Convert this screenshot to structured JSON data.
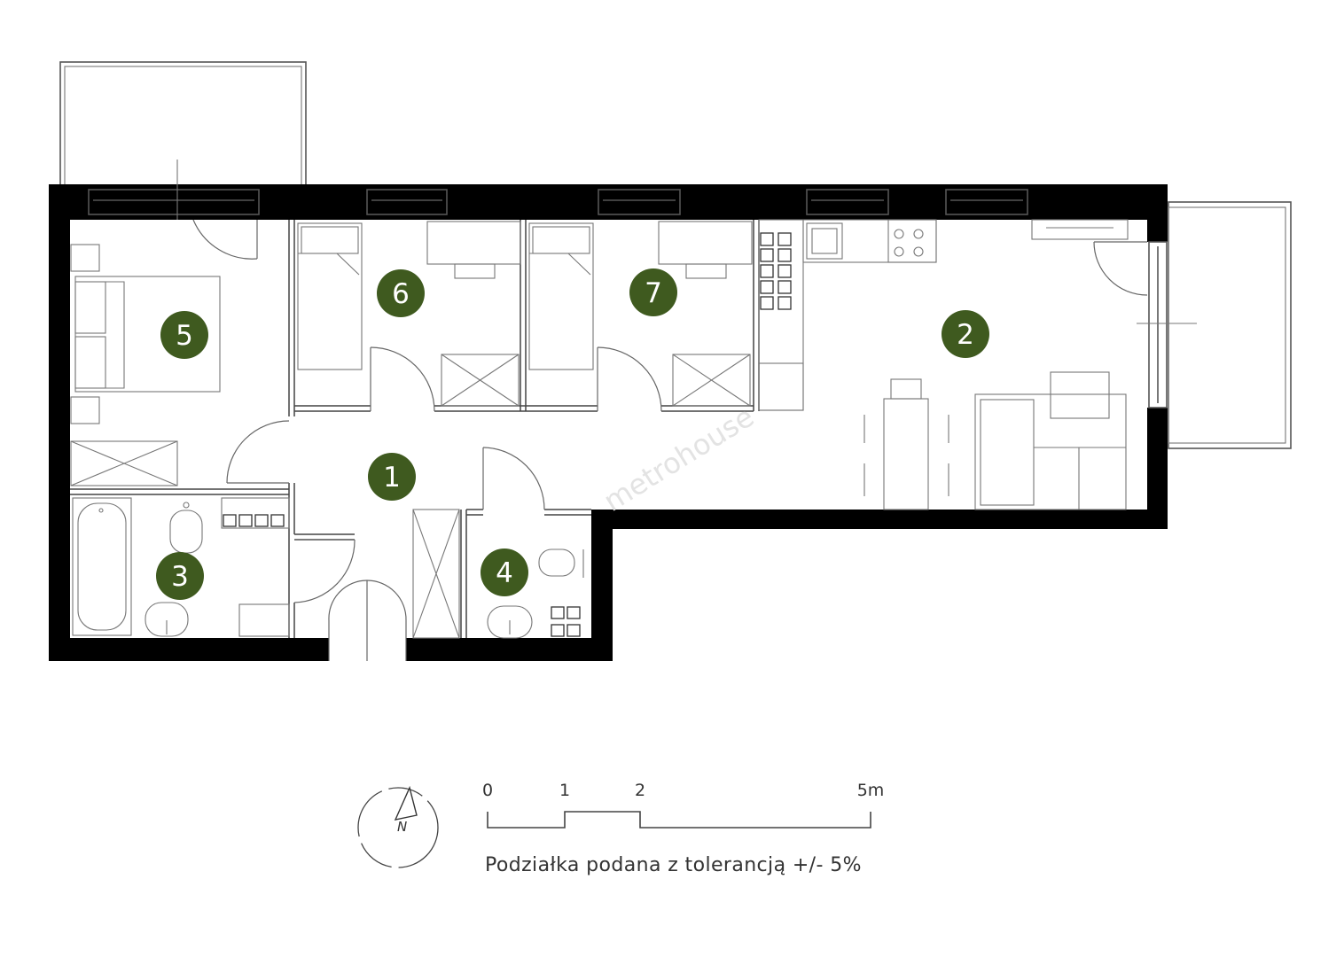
{
  "rooms": [
    {
      "id": "1"
    },
    {
      "id": "2"
    },
    {
      "id": "3"
    },
    {
      "id": "4"
    },
    {
      "id": "5"
    },
    {
      "id": "6"
    },
    {
      "id": "7"
    }
  ],
  "scale_bar": {
    "ticks": [
      "0",
      "1",
      "2",
      "5m"
    ],
    "tolerance_note": "Podziałka podana z tolerancją +/- 5%"
  },
  "compass": {
    "north_label": "N"
  },
  "watermark": "metrohouse",
  "colors": {
    "wall": "#000000",
    "room_badge": "#3f5a1f",
    "badge_text": "#ffffff",
    "line": "#555555"
  }
}
